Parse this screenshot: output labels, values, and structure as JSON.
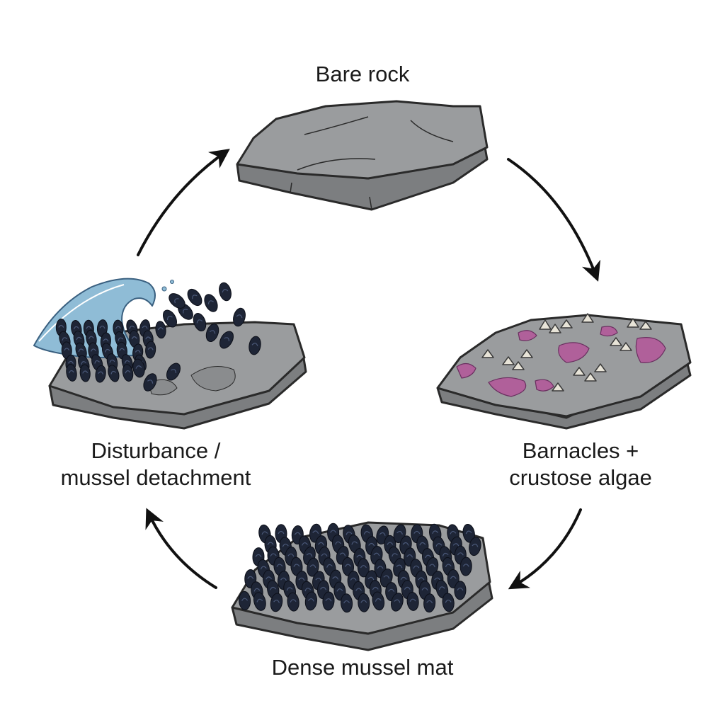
{
  "stages": {
    "bare_rock": {
      "label": "Bare rock"
    },
    "barnacles": {
      "line1": "Barnacles +",
      "line2": "crustose algae"
    },
    "mussel_mat": {
      "label": "Dense mussel mat"
    },
    "disturbance": {
      "line1": "Disturbance /",
      "line2": "mussel detachment"
    }
  },
  "colors": {
    "rock_top": "#9a9c9e",
    "rock_side": "#7c7e80",
    "outline": "#2a2a2a",
    "mussel": "#1e2536",
    "mussel_highlight": "#4a5878",
    "algae": "#b0609a",
    "barnacle": "#e8e4d8",
    "wave": "#8fbcd6",
    "arrow": "#111111"
  },
  "icons": [
    "bare-rock-icon",
    "barnacle-rock-icon",
    "mussel-mat-icon",
    "disturbance-rock-icon",
    "wave-icon",
    "cycle-arrow-icon"
  ]
}
